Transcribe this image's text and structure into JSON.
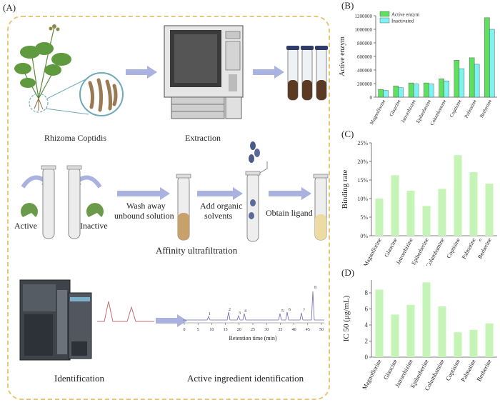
{
  "panels": {
    "a": "(A)",
    "b": "(B)",
    "c": "(C)",
    "d": "(D)"
  },
  "workflow": {
    "rhizoma": "Rhizoma Coptidis",
    "extraction": "Extraction",
    "active": "Active",
    "inactive": "Inactive",
    "wash": [
      "Wash away",
      "unbound solution"
    ],
    "add": [
      "Add organic",
      "solvents"
    ],
    "obtain": "Obtain ligand",
    "affinity": "Affinity ultrafiltration",
    "identification": "Identification",
    "active_ingredient": "Active ingredient identification",
    "retention_label": "Retention time (min)",
    "retention_ticks": [
      "0",
      "5",
      "10",
      "15",
      "20",
      "25",
      "30",
      "35",
      "40",
      "45",
      "50"
    ],
    "peak_labels": [
      "1",
      "2",
      "3",
      "4",
      "5",
      "6",
      "7",
      "8"
    ]
  },
  "chart_data": [
    {
      "id": "B",
      "type": "bar",
      "categories": [
        "Magnoflorine",
        "Glaucine",
        "Jatrorrhizine",
        "Epiberberine",
        "Columbamine",
        "Coptisine",
        "Palmatine",
        "Berberine"
      ],
      "series": [
        {
          "name": "Active enzym",
          "values": [
            115000,
            165000,
            210000,
            210000,
            270000,
            545000,
            580000,
            1170000
          ],
          "color": "#5fe05f"
        },
        {
          "name": "Inactivated",
          "values": [
            100000,
            140000,
            195000,
            195000,
            240000,
            420000,
            485000,
            1000000
          ],
          "color": "#7ff2f2"
        }
      ],
      "ylabel": "Active enzym",
      "ylim": [
        0,
        1200000
      ],
      "yticks": [
        "0",
        "200000",
        "400000",
        "600000",
        "800000",
        "1000000",
        "1200000"
      ],
      "legend": "top-left"
    },
    {
      "id": "C",
      "type": "bar",
      "categories": [
        "Magnoflorine",
        "Glaucine",
        "Jatrorrhizine",
        "Epiberberine",
        "Columbamine",
        "Coptisine",
        "Palmatine",
        "Berberine"
      ],
      "values": [
        10,
        16.3,
        12.1,
        8,
        12.6,
        21.7,
        17.1,
        14
      ],
      "color": "#c4f5b6",
      "ylabel": "Binding rate",
      "ylim": [
        0,
        25
      ],
      "yticks": [
        "0%",
        "5%",
        "10%",
        "15%",
        "20%",
        "25%"
      ],
      "annotation": "e"
    },
    {
      "id": "D",
      "type": "bar",
      "categories": [
        "Magnoflorine",
        "Glaucine",
        "Jatrorrhizine",
        "Epiberberine",
        "Columbamine",
        "Coptisine",
        "Palmatine",
        "Berberine"
      ],
      "values": [
        8.4,
        5.3,
        6.5,
        9.3,
        6.3,
        3.1,
        3.4,
        4.2
      ],
      "color": "#c4f5b6",
      "ylabel": "IC 50  (μg/mL)",
      "ylim": [
        0,
        9.6
      ],
      "yticks": [
        "0",
        "2",
        "4",
        "6",
        "8"
      ]
    }
  ]
}
